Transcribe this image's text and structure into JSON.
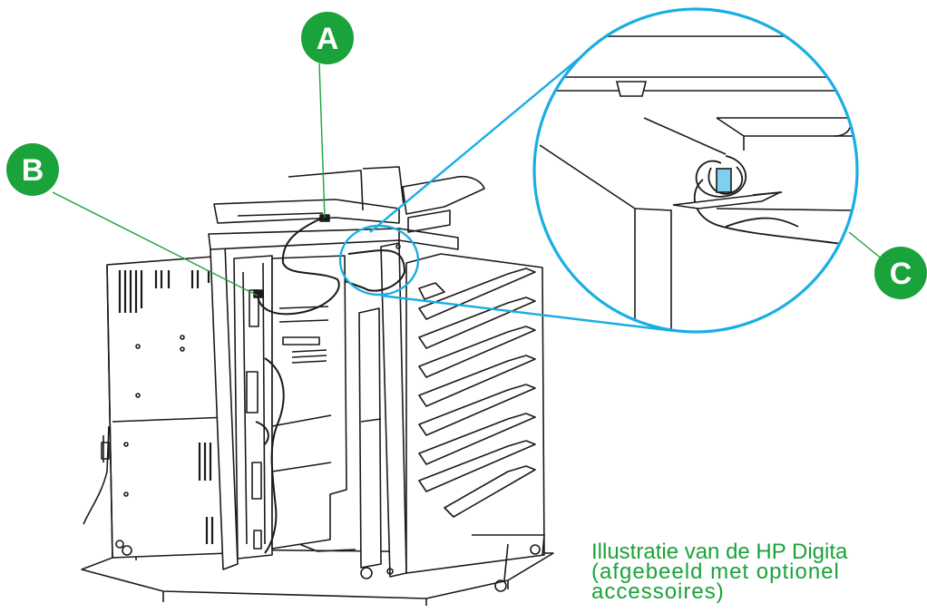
{
  "callouts": {
    "a": "A",
    "b": "B",
    "c": "C"
  },
  "caption": {
    "line1": "Illustratie van de HP Digita",
    "line2": "(afgebeeld met optionel",
    "line3": "accessoires)"
  },
  "colors": {
    "callout_fill": "#1aa33a",
    "leader_line": "#1aa33a",
    "magnifier": "#19aee3",
    "line_art": "#1a1a1a"
  }
}
